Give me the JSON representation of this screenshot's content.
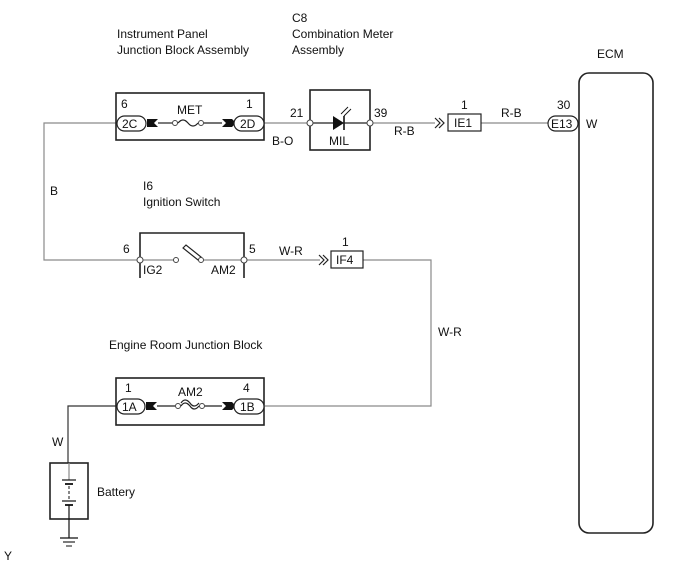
{
  "components": {
    "ip_jb": {
      "title_line1": "Instrument Panel",
      "title_line2": "Junction Block Assembly",
      "fuse_label": "MET",
      "left_pin": "6",
      "left_connector": "2C",
      "right_pin": "1",
      "right_connector": "2D"
    },
    "meter": {
      "code": "C8",
      "title_line1": "Combination Meter",
      "title_line2": "Assembly",
      "lamp_label": "MIL",
      "left_pin": "21",
      "right_pin": "39"
    },
    "ie1": {
      "pin": "1",
      "connector": "IE1"
    },
    "ecm": {
      "title": "ECM",
      "pin": "30",
      "connector": "E13",
      "wire_color_label": "W"
    },
    "ignition_switch": {
      "code": "I6",
      "title": "Ignition Switch",
      "left_pin": "6",
      "left_terminal": "IG2",
      "right_pin": "5",
      "right_terminal": "AM2"
    },
    "if4": {
      "pin": "1",
      "connector": "IF4"
    },
    "er_jb": {
      "title": "Engine Room Junction Block",
      "fuse_label": "AM2",
      "left_pin": "1",
      "left_connector": "1A",
      "right_pin": "4",
      "right_connector": "1B"
    },
    "battery": {
      "title": "Battery"
    }
  },
  "wires": {
    "ipjb_to_meter": "B-O",
    "meter_to_ie1": "R-B",
    "ie1_to_ecm": "R-B",
    "ipjb_to_ignition": "B",
    "ignition_to_if4": "W-R",
    "if4_to_erjb": "W-R",
    "battery_to_erjb": "W"
  },
  "corner_mark": "Y"
}
